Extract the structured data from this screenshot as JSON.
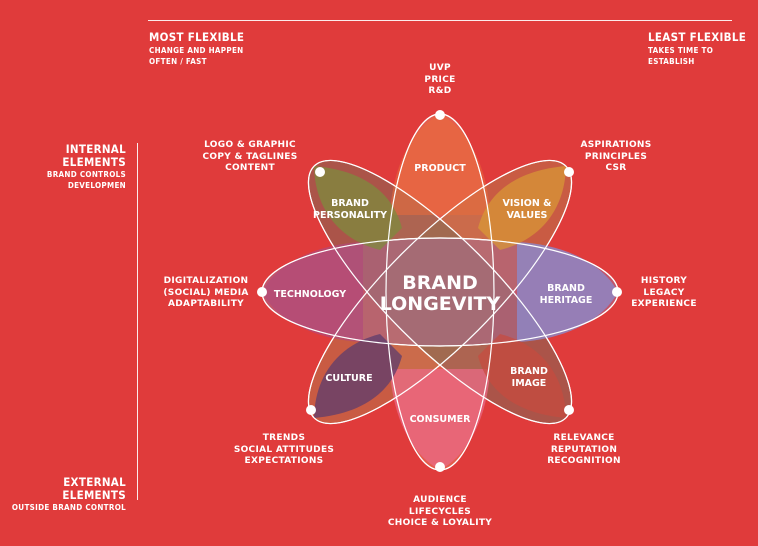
{
  "header": {
    "most_flexible": {
      "title": "MOST FLEXIBLE",
      "line1": "CHANGE AND HAPPEN",
      "line2": "OFTEN / FAST"
    },
    "least_flexible": {
      "title": "LEAST FLEXIBLE",
      "line1": "TAKES TIME TO",
      "line2": "ESTABLISH"
    }
  },
  "side": {
    "internal": {
      "title": "INTERNAL ELEMENTS",
      "sub": "BRAND CONTROLS DEVELOPMEN"
    },
    "external": {
      "title": "EXTERNAL ELEMENTS",
      "sub": "OUTSIDE BRAND CONTROL"
    }
  },
  "center": {
    "line1": "BRAND",
    "line2": "LONGEVITY"
  },
  "petals": {
    "product": {
      "label": "PRODUCT",
      "color": "#ea6b3c"
    },
    "vision": {
      "line1": "VISION &",
      "line2": "VALUES",
      "color": "#d99a34"
    },
    "heritage": {
      "line1": "BRAND",
      "line2": "HERITAGE",
      "color": "#8e86c3"
    },
    "image": {
      "line1": "BRAND",
      "line2": "IMAGE",
      "color": "#c84a3e"
    },
    "consumer": {
      "label": "CONSUMER",
      "color": "#ea6a86"
    },
    "culture": {
      "label": "CULTURE",
      "color": "#5c3c6e"
    },
    "technology": {
      "label": "TECHNOLOGY",
      "color": "#b04a7a"
    },
    "personality": {
      "line1": "BRAND",
      "line2": "PERSONALITY",
      "color": "#7e8b3e"
    }
  },
  "outer_labels": {
    "product": [
      "UVP",
      "PRICE",
      "R&D"
    ],
    "vision": [
      "ASPIRATIONS",
      "PRINCIPLES",
      "CSR"
    ],
    "heritage": [
      "HISTORY",
      "LEGACY",
      "EXPERIENCE"
    ],
    "image": [
      "RELEVANCE",
      "REPUTATION",
      "RECOGNITION"
    ],
    "consumer": [
      "AUDIENCE",
      "LIFECYCLES",
      "CHOICE & LOYALITY"
    ],
    "culture": [
      "TRENDS",
      "SOCIAL ATTITUDES",
      "EXPECTATIONS"
    ],
    "technology": [
      "DIGITALIZATION",
      "(SOCIAL) MEDIA",
      "ADAPTABILITY"
    ],
    "personality": [
      "LOGO & GRAPHIC",
      "COPY & TAGLINES",
      "CONTENT"
    ]
  }
}
